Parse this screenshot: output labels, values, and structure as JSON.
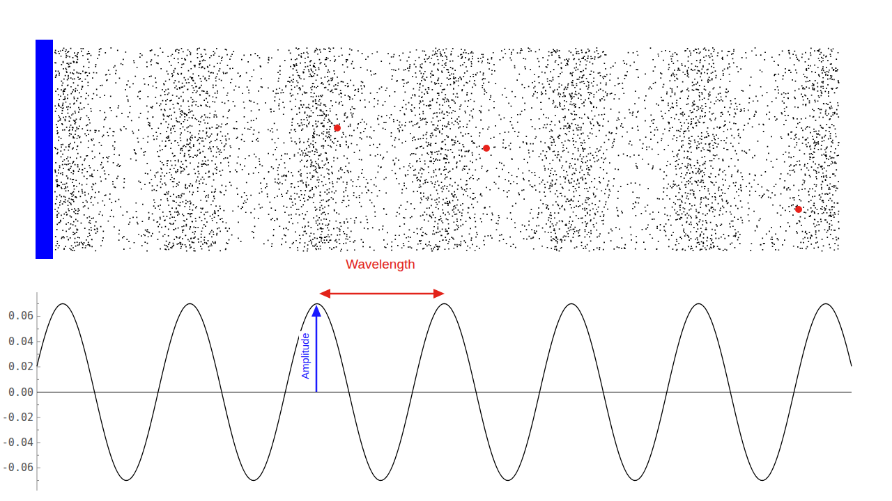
{
  "diagram": {
    "labels": [
      "0.06",
      "0.04",
      "0.02",
      "0.00",
      "-0.02",
      "-0.04",
      "-0.06",
      "Wavelength",
      "Amplitude"
    ]
  }
}
